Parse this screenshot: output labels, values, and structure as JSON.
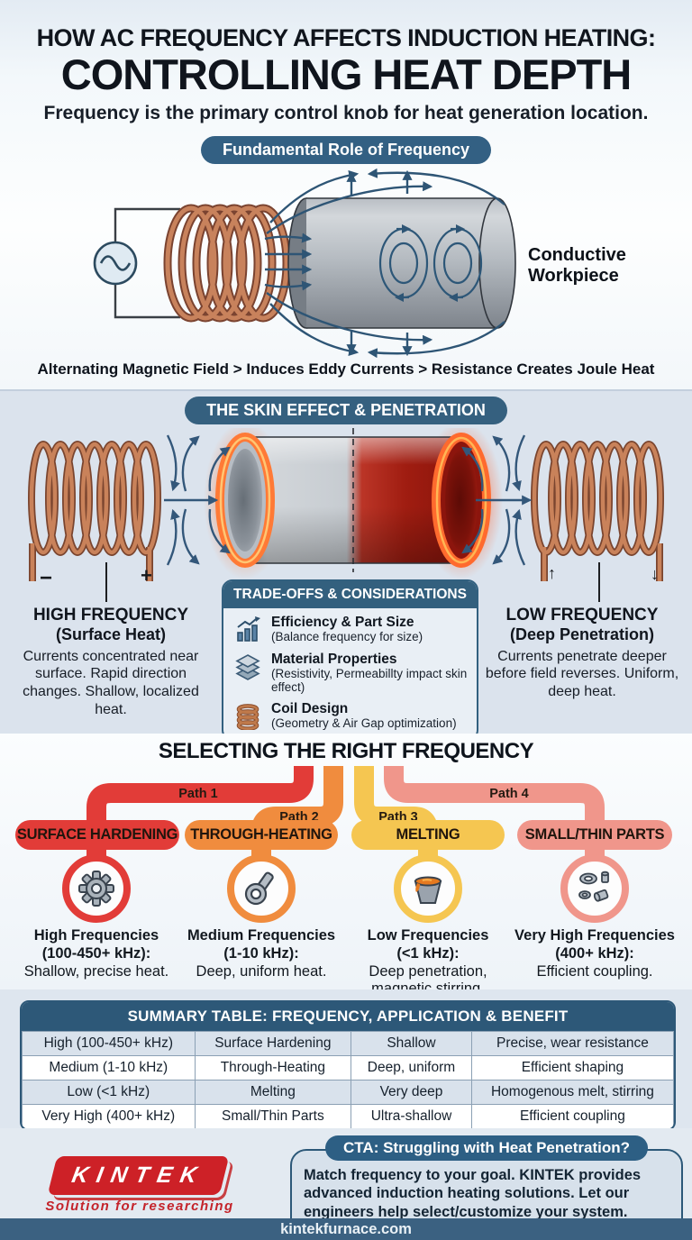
{
  "page": {
    "title_line1": "HOW AC FREQUENCY AFFECTS INDUCTION HEATING:",
    "title_line2": "CONTROLLING HEAT DEPTH",
    "subtitle": "Frequency is the primary control knob for heat generation location.",
    "website": "kintekfurnace.com"
  },
  "fundamental": {
    "badge": "Fundamental Role of Frequency",
    "workpiece_label": "Conductive Workpiece",
    "caption": "Alternating Magnetic Field > Induces Eddy Currents > Resistance Creates Joule Heat"
  },
  "skin_effect": {
    "badge": "THE SKIN EFFECT & PENETRATION",
    "left": {
      "title": "HIGH FREQUENCY",
      "subtitle": "(Surface Heat)",
      "body": "Currents concentrated near surface. Rapid direction changes. Shallow, localized heat.",
      "minus": "−",
      "plus": "+"
    },
    "right": {
      "title": "LOW FREQUENCY",
      "subtitle": "(Deep Penetration)",
      "body": "Currents penetrate deeper before field reverses. Uniform, deep heat.",
      "up": "↑",
      "down": "↓"
    },
    "tradeoffs": {
      "title": "TRADE-OFFS & CONSIDERATIONS",
      "items": [
        {
          "icon": "efficiency-chart-icon",
          "title": "Efficiency & Part Size",
          "note": "(Balance frequency for size)"
        },
        {
          "icon": "material-layers-icon",
          "title": "Material Properties",
          "note": "(Resistivity, Permeabillty impact skin effect)"
        },
        {
          "icon": "coil-icon",
          "title": "Coil Design",
          "note": "(Geometry & Air Gap optimization)"
        }
      ]
    }
  },
  "selecting": {
    "title": "SELECTING THE RIGHT FREQUENCY",
    "paths": [
      {
        "label": "Path 1",
        "pill": "SURFACE HARDENING",
        "color": "#e23c38",
        "icon": "gear-icon",
        "line1": "High Frequencies",
        "line2": "(100-450+ kHz):",
        "line3": "Shallow, precise heat."
      },
      {
        "label": "Path 2",
        "pill": "THROUGH-HEATING",
        "color": "#f08c3e",
        "icon": "rod-end-icon",
        "line1": "Medium Frequencies",
        "line2": "(1-10 kHz):",
        "line3": "Deep, uniform heat."
      },
      {
        "label": "Path 3",
        "pill": "MELTING",
        "color": "#f5c651",
        "icon": "crucible-icon",
        "line1": "Low Frequencies",
        "line2": "(<1 kHz):",
        "line3": "Deep penetration, magnetic stirring."
      },
      {
        "label": "Path 4",
        "pill": "SMALL/THIN PARTS",
        "color": "#f0968b",
        "icon": "small-parts-icon",
        "line1": "Very High Frequencies",
        "line2": "(400+ kHz):",
        "line3": "Efficient coupling."
      }
    ]
  },
  "summary_table": {
    "title": "SUMMARY TABLE: FREQUENCY, APPLICATION & BENEFIT",
    "rows": [
      [
        "High (100-450+ kHz)",
        "Surface Hardening",
        "Shallow",
        "Precise, wear resistance"
      ],
      [
        "Medium (1-10 kHz)",
        "Through-Heating",
        "Deep, uniform",
        "Efficient shaping"
      ],
      [
        "Low (<1 kHz)",
        "Melting",
        "Very deep",
        "Homogenous melt, stirring"
      ],
      [
        "Very High (400+ kHz)",
        "Small/Thin Parts",
        "Ultra-shallow",
        "Efficient coupling"
      ]
    ]
  },
  "footer": {
    "logo": "KINTEK",
    "tagline": "Solution for researching",
    "cta_title": "CTA:  Struggling with Heat Penetration?",
    "cta_body": "Match frequency to your goal. KINTEK provides advanced induction heating solutions. Let our engineers help select/customize your system. Contact KINTEK today."
  },
  "colors": {
    "badge_blue": "#336083",
    "table_header_blue": "#2d5878",
    "bottom_bar_blue": "#3b6181",
    "path_red": "#e23c38",
    "path_orange": "#f08c3e",
    "path_yellow": "#f5c651",
    "path_salmon": "#f0968b",
    "logo_red": "#cd2127",
    "coil_copper": "#c8825c",
    "section_bg": "#dbe3ed"
  }
}
